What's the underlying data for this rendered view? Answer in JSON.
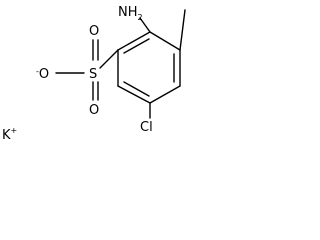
{
  "molecule": {
    "counter_ion": {
      "symbol": "K",
      "charge": "+"
    },
    "amino": {
      "symbol": "H",
      "count": "2",
      "element": "N"
    },
    "sulfonate": {
      "sulfur": "S",
      "oxygen_top": "O",
      "oxygen_right": "O",
      "oxygen_left": "O",
      "charge": "-"
    },
    "halogen": "Cl"
  }
}
